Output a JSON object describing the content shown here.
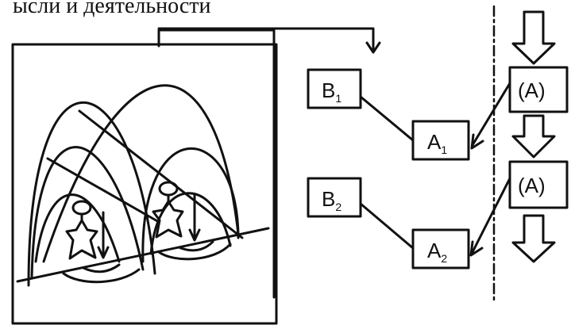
{
  "caption": "ысли и деятельности",
  "boxes": {
    "b1": {
      "label": "B",
      "sub": "1"
    },
    "b2": {
      "label": "B",
      "sub": "2"
    },
    "a1": {
      "label": "A",
      "sub": "1"
    },
    "a2": {
      "label": "A",
      "sub": "2"
    },
    "ca1": {
      "label": "(A)"
    },
    "ca2": {
      "label": "(A)"
    }
  }
}
